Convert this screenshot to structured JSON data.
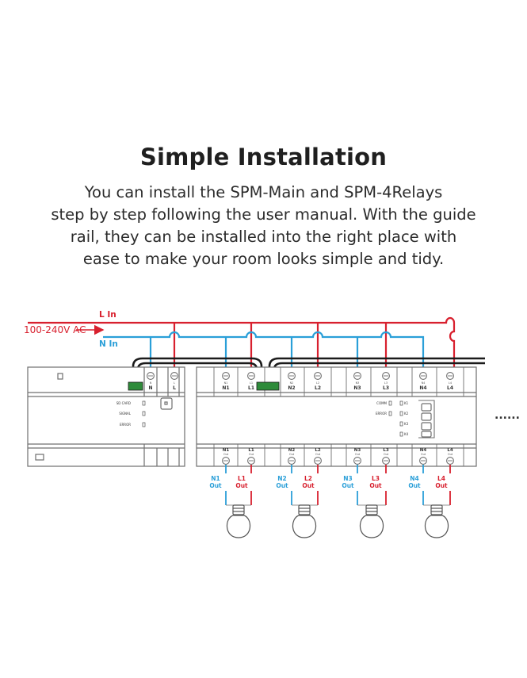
{
  "header": {
    "title": "Simple Installation",
    "description_lines": [
      "You can install the SPM-Main and SPM-4Relays",
      "step by step following the user manual. With the guide",
      "rail, they can be installed into the right place with",
      "ease to make your room looks simple and tidy."
    ]
  },
  "wiring": {
    "line_in_label": "L In",
    "neutral_in_label": "N In",
    "voltage_label": "100-240V AC",
    "continuation": "......"
  },
  "spm_main": {
    "terminals": [
      {
        "small": "N",
        "label": "N"
      },
      {
        "small": "L",
        "label": "L"
      }
    ],
    "indicators": [
      "SD CARD",
      "SIGNAL",
      "ERROR"
    ]
  },
  "spm_4relays": {
    "input_terminals": [
      {
        "small": "N1",
        "label": "N1"
      },
      {
        "small": "L1",
        "label": "L1"
      },
      {
        "small": "N2",
        "label": "N2"
      },
      {
        "small": "L2",
        "label": "L2"
      },
      {
        "small": "N3",
        "label": "N3"
      },
      {
        "small": "L3",
        "label": "L3"
      },
      {
        "small": "N4",
        "label": "N4"
      },
      {
        "small": "L4",
        "label": "L4"
      }
    ],
    "output_terminals": [
      {
        "name": "N1",
        "sub": "Out"
      },
      {
        "name": "L1",
        "sub": "Out"
      },
      {
        "name": "N2",
        "sub": "Out"
      },
      {
        "name": "L2",
        "sub": "Out"
      },
      {
        "name": "N3",
        "sub": "Out"
      },
      {
        "name": "L3",
        "sub": "Out"
      },
      {
        "name": "N4",
        "sub": "Out"
      },
      {
        "name": "L4",
        "sub": "Out"
      }
    ],
    "indicators": [
      "COMM",
      "ERROR",
      "K1",
      "K2",
      "K3",
      "K4"
    ]
  },
  "outputs": [
    {
      "n_label": "N1",
      "n_sub": "Out",
      "l_label": "L1",
      "l_sub": "Out"
    },
    {
      "n_label": "N2",
      "n_sub": "Out",
      "l_label": "L2",
      "l_sub": "Out"
    },
    {
      "n_label": "N3",
      "n_sub": "Out",
      "l_label": "L3",
      "l_sub": "Out"
    },
    {
      "n_label": "N4",
      "n_sub": "Out",
      "l_label": "L4",
      "l_sub": "Out"
    }
  ],
  "colors": {
    "line": "#d8202e",
    "neutral": "#2a9fd8",
    "device_outline": "#6f6f6f",
    "bus": "#1b1b1b",
    "connector": "#2e8b3a"
  }
}
